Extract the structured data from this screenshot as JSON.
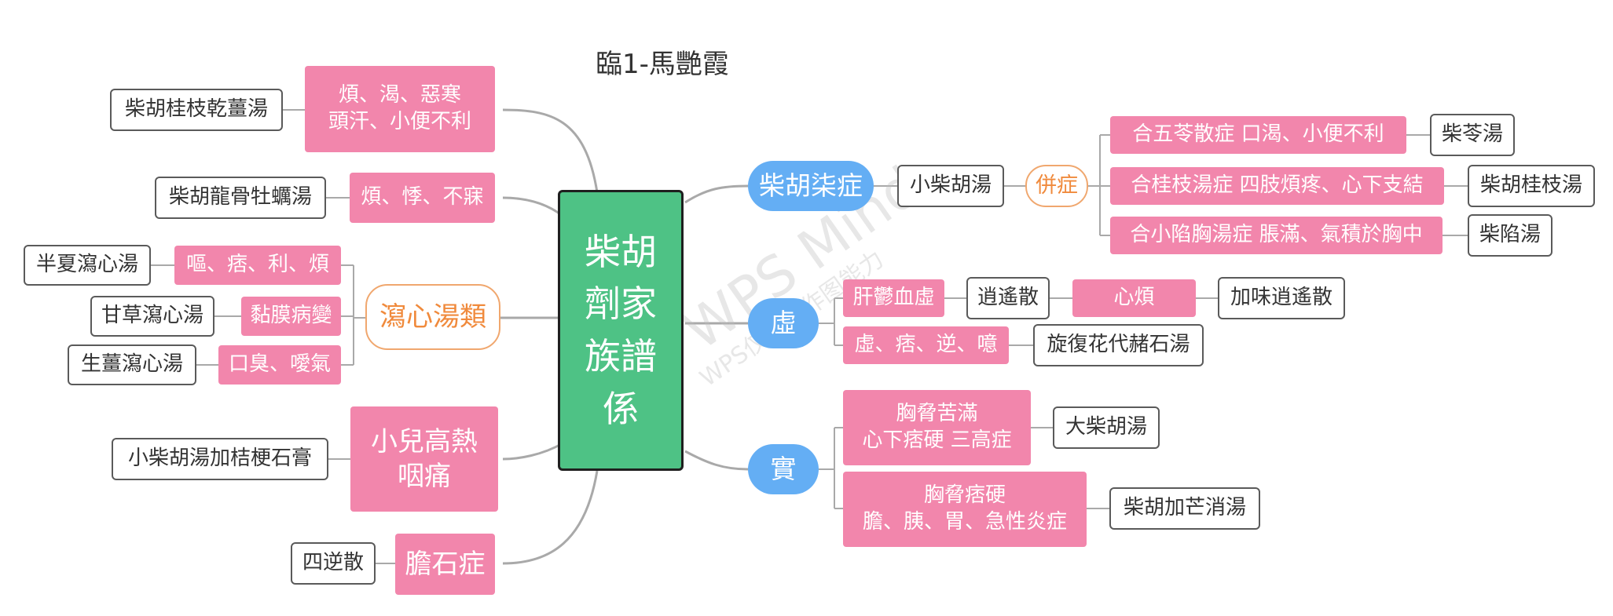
{
  "title": "臨1-馬艷霞",
  "watermark": {
    "main": "WPS Mind",
    "sub": "WPS仅展示作图能力"
  },
  "root": {
    "lines": [
      "柴胡",
      "劑家",
      "族譜",
      "係"
    ]
  },
  "left": {
    "n1": {
      "lines": [
        "煩、渴、惡寒",
        "頭汗、小便不利"
      ],
      "formula": "柴胡桂枝乾薑湯"
    },
    "n2": {
      "label": "煩、悸、不寐",
      "formula": "柴胡龍骨牡蠣湯"
    },
    "n3": {
      "label": "瀉心湯類",
      "items": [
        {
          "label": "嘔、痞、利、煩",
          "formula": "半夏瀉心湯"
        },
        {
          "label": "黏膜病變",
          "formula": "甘草瀉心湯"
        },
        {
          "label": "口臭、噯氣",
          "formula": "生薑瀉心湯"
        }
      ]
    },
    "n4": {
      "lines": [
        "小兒高熱",
        "咽痛"
      ],
      "formula": "小柴胡湯加桔梗石膏"
    },
    "n5": {
      "label": "膽石症",
      "formula": "四逆散"
    }
  },
  "right": {
    "b1": {
      "label": "柴胡柒症",
      "formula": "小柴胡湯",
      "combo": "併症",
      "items": [
        {
          "label": "合五苓散症  口渴、小便不利",
          "formula": "柴苓湯"
        },
        {
          "label": "合桂枝湯症  四肢煩疼、心下支結",
          "formula": "柴胡桂枝湯"
        },
        {
          "label": "合小陷胸湯症  脹滿、氣積於胸中",
          "formula": "柴陷湯"
        }
      ]
    },
    "b2": {
      "label": "虛",
      "items": [
        {
          "label": "肝鬱血虛",
          "formula": "逍遙散",
          "extra": "心煩",
          "extra_formula": "加味逍遙散"
        },
        {
          "label": "虛、痞、逆、噫",
          "formula": "旋復花代赭石湯"
        }
      ]
    },
    "b3": {
      "label": "實",
      "items": [
        {
          "lines": [
            "胸脅苦滿",
            "心下痞硬 三高症"
          ],
          "formula": "大柴胡湯"
        },
        {
          "lines": [
            "胸脅痞硬",
            "膽、胰、胃、急性炎症"
          ],
          "formula": "柴胡加芒消湯"
        }
      ]
    }
  },
  "colors": {
    "root": "#4ec285",
    "pink": "#f286ac",
    "blue": "#64aef4",
    "orange": "#f08a3c",
    "line": "#a9a9a9"
  }
}
